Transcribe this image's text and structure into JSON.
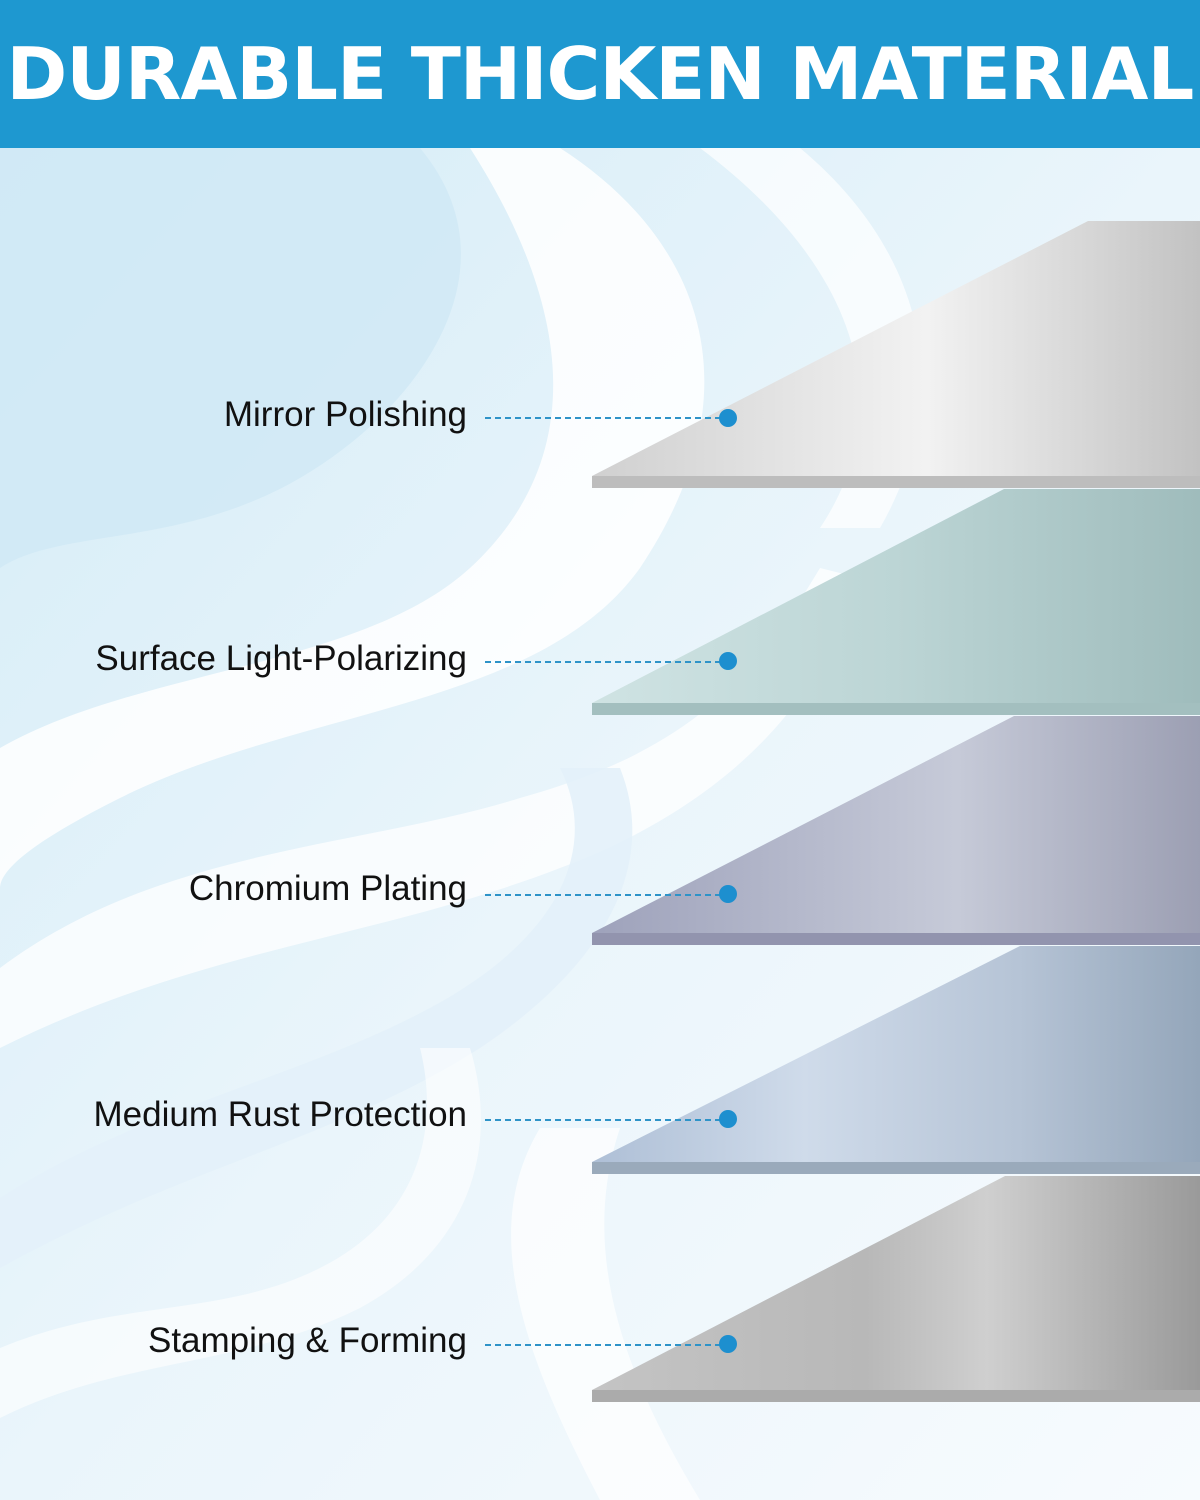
{
  "header": {
    "title": "DURABLE THICKEN MATERIAL",
    "background_color": "#1e98d0",
    "text_color": "#ffffff"
  },
  "layers": [
    {
      "label": "Mirror Polishing",
      "color": "#c4c4c4"
    },
    {
      "label": "Surface Light-Polarizing",
      "color": "#9fbcbc"
    },
    {
      "label": "Chromium Plating",
      "color": "#a2a5bb"
    },
    {
      "label": "Medium Rust Protection",
      "color": "#9eafc6"
    },
    {
      "label": "Stamping & Forming",
      "color": "#a3a3a3"
    }
  ],
  "accent_color": "#1d8fcf"
}
